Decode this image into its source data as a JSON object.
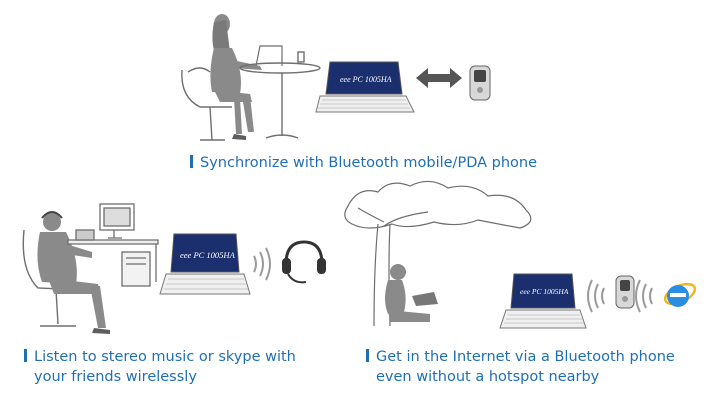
{
  "captions": {
    "sync": "Synchronize with Bluetooth mobile/PDA phone",
    "music_line1": "Listen to stereo music or skype with",
    "music_line2": "your friends wirelessly",
    "internet_line1": "Get in the Internet via a Bluetooth phone",
    "internet_line2": "even without a hotspot nearby"
  },
  "laptop_branding": {
    "top": "eee PC 1005HA",
    "left": "eee PC 1005HA",
    "right": "eee PC 1005HA"
  },
  "colors": {
    "caption_blue": "#1f6fb4",
    "figure_gray": "#8a8a8a",
    "screen_blue": "#1b2f6e",
    "signal_gray": "#9a9a9a",
    "internet_blue": "#2a8de0"
  },
  "icons": [
    "sync-arrow-icon",
    "bluetooth-signal-icon",
    "headset-icon",
    "mobile-phone-icon",
    "internet-explorer-icon"
  ]
}
